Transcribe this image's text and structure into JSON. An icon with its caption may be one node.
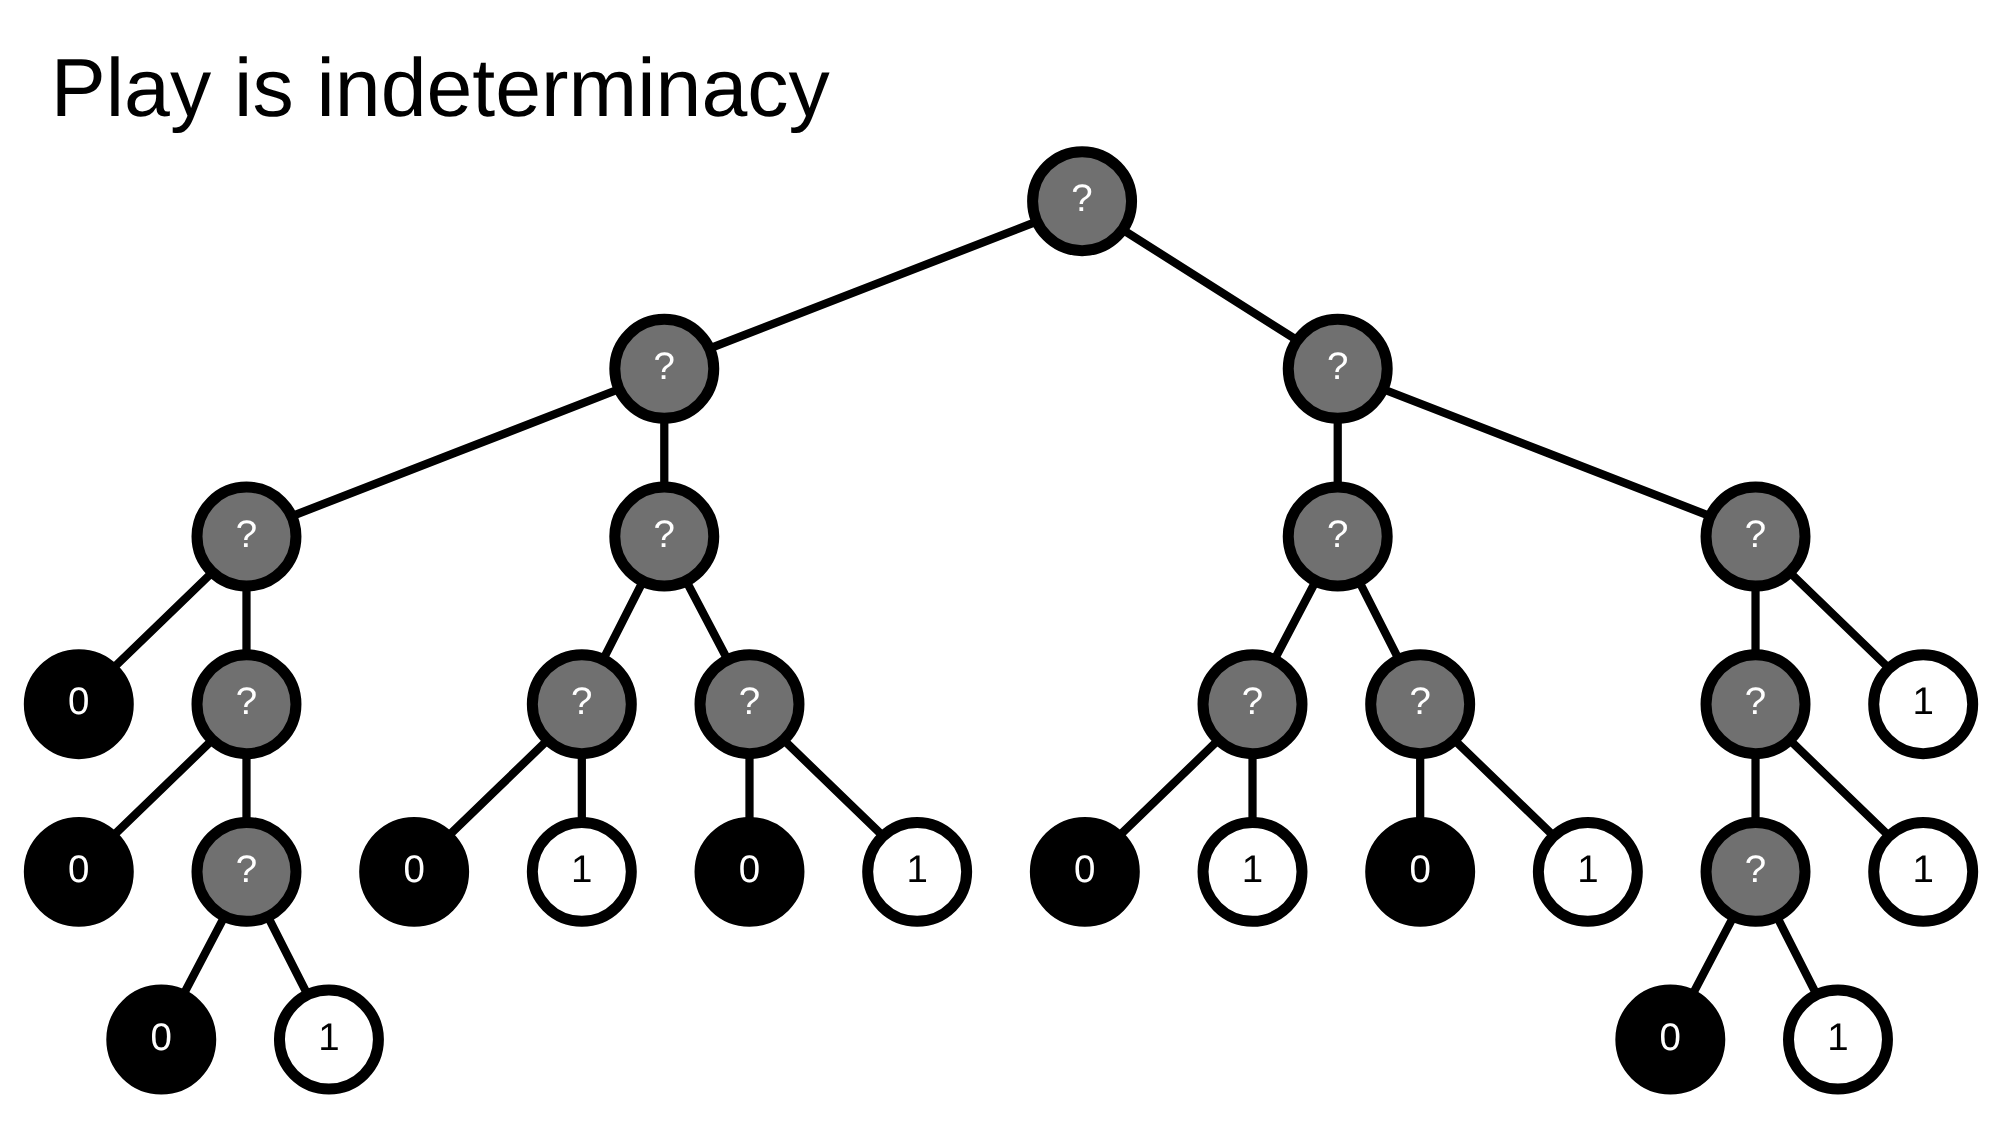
{
  "diagram": {
    "title": "Play is indeterminacy",
    "nodes": [
      {
        "text": [
          "?"
        ]
      },
      {
        "text": [
          "?"
        ]
      },
      {
        "text": [
          "?"
        ]
      },
      {
        "text": [
          "?"
        ]
      },
      {
        "text": [
          "?"
        ]
      },
      {
        "text": [
          "?"
        ]
      },
      {
        "text": [
          "?"
        ]
      },
      {
        "text": [
          "0"
        ]
      },
      {
        "text": [
          "?"
        ]
      },
      {
        "text": [
          "1"
        ]
      },
      {
        "text": [
          "?"
        ]
      },
      {
        "text": [
          "?"
        ]
      },
      {
        "text": [
          "?"
        ]
      },
      {
        "text": [
          "?"
        ]
      },
      {
        "text": [
          "?"
        ]
      },
      {
        "text": [
          "0"
        ]
      },
      {
        "text": [
          "?"
        ]
      },
      {
        "text": [
          "1"
        ]
      },
      {
        "text": [
          "?"
        ]
      },
      {
        "text": [
          "0"
        ]
      },
      {
        "text": [
          "1"
        ]
      },
      {
        "text": [
          "0"
        ]
      },
      {
        "text": [
          "1"
        ]
      },
      {
        "text": [
          "0"
        ]
      },
      {
        "text": [
          "1"
        ]
      },
      {
        "text": [
          "0"
        ]
      },
      {
        "text": [
          "1"
        ]
      },
      {
        "text": [
          "0"
        ]
      },
      {
        "text": [
          "1"
        ]
      },
      {
        "text": [
          "0"
        ]
      },
      {
        "text": [
          "1"
        ]
      }
    ],
    "edges": [
      {
        "from": 0,
        "to": 1,
        "arrow": "none"
      },
      {
        "from": 0,
        "to": 2,
        "arrow": "none"
      },
      {
        "from": 1,
        "to": 3,
        "arrow": "none"
      },
      {
        "from": 1,
        "to": 4,
        "arrow": "none"
      },
      {
        "from": 2,
        "to": 5,
        "arrow": "none"
      },
      {
        "from": 2,
        "to": 6,
        "arrow": "none"
      },
      {
        "from": 3,
        "to": 7,
        "arrow": "none"
      },
      {
        "from": 3,
        "to": 8,
        "arrow": "none"
      },
      {
        "from": 6,
        "to": 10,
        "arrow": "none"
      },
      {
        "from": 6,
        "to": 9,
        "arrow": "none"
      },
      {
        "from": 4,
        "to": 11,
        "arrow": "none"
      },
      {
        "from": 4,
        "to": 12,
        "arrow": "none"
      },
      {
        "from": 5,
        "to": 13,
        "arrow": "none"
      },
      {
        "from": 5,
        "to": 14,
        "arrow": "none"
      },
      {
        "from": 8,
        "to": 15,
        "arrow": "none"
      },
      {
        "from": 8,
        "to": 16,
        "arrow": "none"
      },
      {
        "from": 10,
        "to": 18,
        "arrow": "none"
      },
      {
        "from": 10,
        "to": 17,
        "arrow": "none"
      },
      {
        "from": 11,
        "to": 19,
        "arrow": "none"
      },
      {
        "from": 11,
        "to": 20,
        "arrow": "none"
      },
      {
        "from": 12,
        "to": 21,
        "arrow": "none"
      },
      {
        "from": 12,
        "to": 22,
        "arrow": "none"
      },
      {
        "from": 13,
        "to": 23,
        "arrow": "none"
      },
      {
        "from": 13,
        "to": 24,
        "arrow": "none"
      },
      {
        "from": 14,
        "to": 25,
        "arrow": "none"
      },
      {
        "from": 14,
        "to": 26,
        "arrow": "none"
      },
      {
        "from": 16,
        "to": 27,
        "arrow": "none"
      },
      {
        "from": 16,
        "to": 28,
        "arrow": "none"
      },
      {
        "from": 18,
        "to": 29,
        "arrow": "none"
      },
      {
        "from": 18,
        "to": 30,
        "arrow": "none"
      }
    ]
  }
}
